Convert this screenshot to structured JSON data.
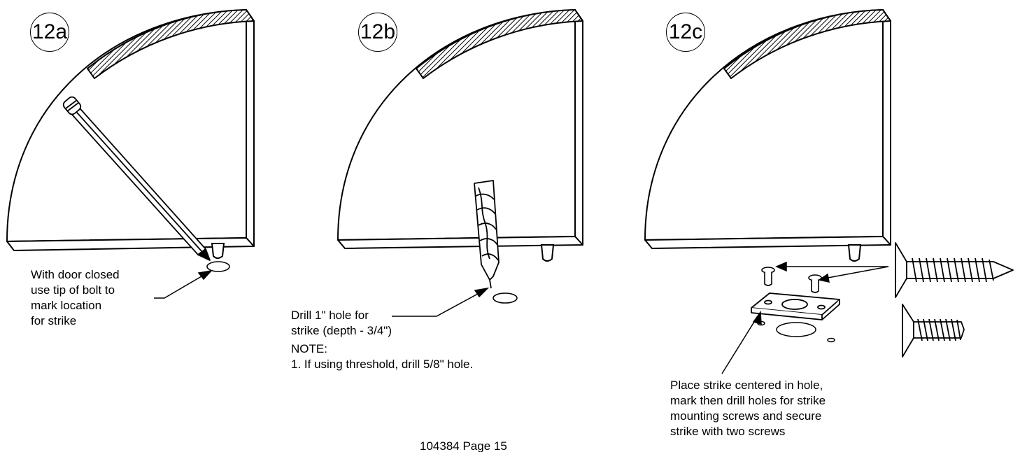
{
  "steps": [
    {
      "badge": "12a",
      "caption_lines": [
        "With door closed",
        "use tip of bolt to",
        "mark location",
        "for strike"
      ]
    },
    {
      "badge": "12b",
      "caption_lines": [
        "Drill 1\" hole for",
        "strike (depth - 3/4\")"
      ],
      "note_title": "NOTE:",
      "note_lines": [
        "1. If using threshold, drill 5/8\" hole."
      ]
    },
    {
      "badge": "12c",
      "caption_lines": [
        "Place strike centered in hole,",
        "mark then drill holes for strike",
        "mounting screws and secure",
        "strike with two screws"
      ]
    }
  ],
  "footer": {
    "page_label": "104384 Page 15"
  },
  "colors": {
    "ink": "#000000",
    "paper": "#ffffff"
  }
}
